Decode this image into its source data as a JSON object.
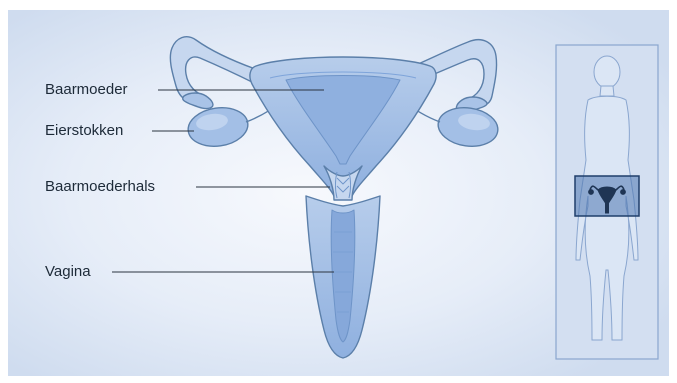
{
  "labels": {
    "uterus": "Baarmoeder",
    "ovaries": "Eierstokken",
    "cervix": "Baarmoederhals",
    "vagina": "Vagina"
  },
  "colors": {
    "panel_outer": "#d6e1f1",
    "panel_inner": "#f4f7fc",
    "organ_fill": "#a9c3e7",
    "organ_dark": "#7ea4da",
    "organ_outline": "#5b7fa9",
    "leader_line": "#2b3440",
    "highlight_box": "#2f5f9f"
  },
  "icons": {
    "anatomy": "female-reproductive-system-illustration",
    "locator": "female-body-silhouette-icon"
  }
}
